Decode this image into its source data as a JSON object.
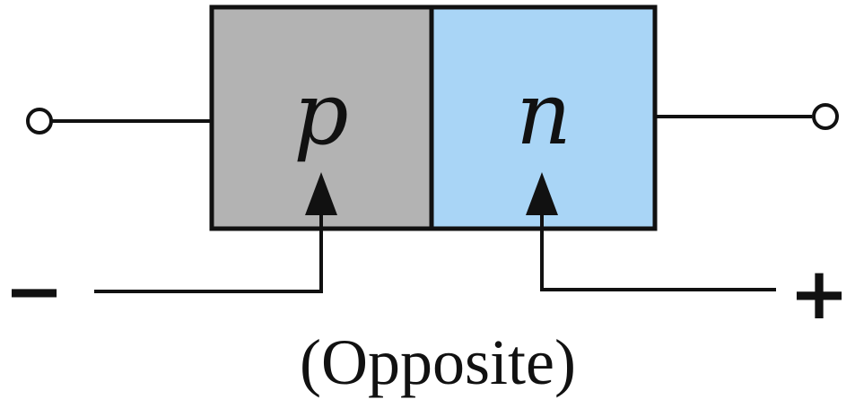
{
  "diagram": {
    "p_region": {
      "label": "p",
      "color": "#b3b3b3"
    },
    "n_region": {
      "label": "n",
      "color": "#a9d5f6"
    },
    "negative_terminal": {
      "label": "−"
    },
    "positive_terminal": {
      "label": "+"
    },
    "caption": "(Opposite)"
  }
}
